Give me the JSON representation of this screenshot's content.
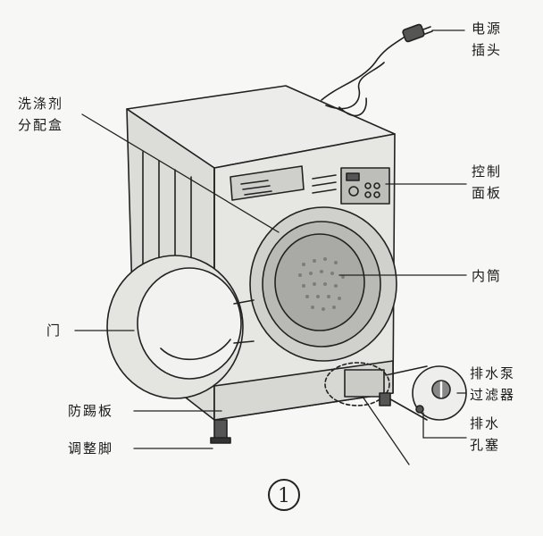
{
  "labels": {
    "power_plug_line1": "电源",
    "power_plug_line2": "插头",
    "detergent_line1": "洗涤剂",
    "detergent_line2": "分配盒",
    "control_line1": "控制",
    "control_line2": "面板",
    "drum": "内筒",
    "door": "门",
    "drain_pump_line1": "排水泵",
    "drain_pump_line2": "过滤器",
    "drain_plug_line1": "排水",
    "drain_plug_line2": "孔塞",
    "kick_plate": "防踢板",
    "adjust_foot": "调整脚"
  },
  "figure_number": "1"
}
